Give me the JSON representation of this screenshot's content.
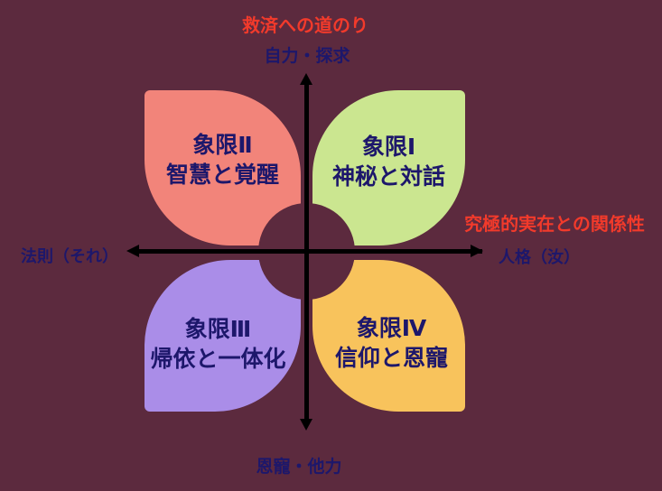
{
  "colors": {
    "background": "#5C2A3E",
    "axis": "#000000",
    "navy_text": "#1D176B",
    "red_text": "#F23A2B",
    "q1_fill": "#CBE690",
    "q2_fill": "#F2847A",
    "q3_fill": "#AA8DE8",
    "q4_fill": "#F8C35C"
  },
  "labels": {
    "top_red": "救済への道のり",
    "axis_top": "自力・探求",
    "axis_bottom": "恩寵・他力",
    "axis_left": "法則（それ）",
    "axis_right": "人格（汝）",
    "right_red": "究極的実在との関係性"
  },
  "quadrants": [
    {
      "id": "I",
      "position": "top-right",
      "title": "象限Ⅰ",
      "subtitle": "神秘と対話",
      "fill": "#CBE690"
    },
    {
      "id": "II",
      "position": "top-left",
      "title": "象限Ⅱ",
      "subtitle": "智慧と覚醒",
      "fill": "#F2847A"
    },
    {
      "id": "III",
      "position": "bottom-left",
      "title": "象限Ⅲ",
      "subtitle": "帰依と一体化",
      "fill": "#AA8DE8"
    },
    {
      "id": "IV",
      "position": "bottom-right",
      "title": "象限Ⅳ",
      "subtitle": "信仰と恩寵",
      "fill": "#F8C35C"
    }
  ],
  "axes": {
    "horizontal": {
      "left_end_label": "法則（それ）",
      "right_end_label": "人格（汝）",
      "arrow_both_ends": true
    },
    "vertical": {
      "top_end_label": "自力・探求",
      "bottom_end_label": "恩寵・他力",
      "arrow_both_ends": true
    }
  }
}
